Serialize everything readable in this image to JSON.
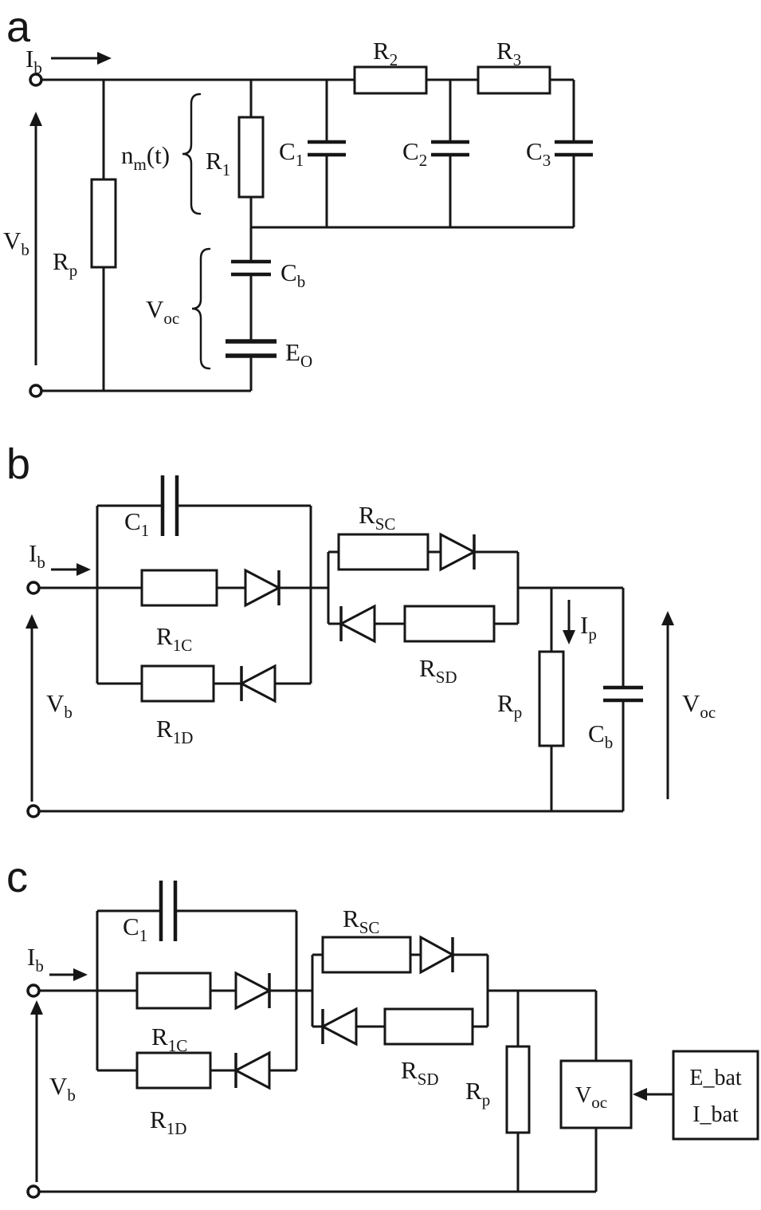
{
  "panels": {
    "a": {
      "letter": "a",
      "ib": {
        "base": "I",
        "sub": "b"
      },
      "vb": {
        "base": "V",
        "sub": "b"
      },
      "rp": {
        "base": "R",
        "sub": "p"
      },
      "nm": {
        "base": "n",
        "sub": "m",
        "suffix": "(t)"
      },
      "r1": {
        "base": "R",
        "sub": "1"
      },
      "c1": {
        "base": "C",
        "sub": "1"
      },
      "r2": {
        "base": "R",
        "sub": "2"
      },
      "c2": {
        "base": "C",
        "sub": "2"
      },
      "r3": {
        "base": "R",
        "sub": "3"
      },
      "c3": {
        "base": "C",
        "sub": "3"
      },
      "voc": {
        "base": "V",
        "sub": "oc"
      },
      "cb": {
        "base": "C",
        "sub": "b"
      },
      "eo": {
        "base": "E",
        "sub": "O"
      }
    },
    "b": {
      "letter": "b",
      "c1": {
        "base": "C",
        "sub": "1"
      },
      "ib": {
        "base": "I",
        "sub": "b"
      },
      "r1c": {
        "base": "R",
        "sub": "1C"
      },
      "r1d": {
        "base": "R",
        "sub": "1D"
      },
      "rsc": {
        "base": "R",
        "sub": "SC"
      },
      "rsd": {
        "base": "R",
        "sub": "SD"
      },
      "ip": {
        "base": "I",
        "sub": "p"
      },
      "rp": {
        "base": "R",
        "sub": "p"
      },
      "cb": {
        "base": "C",
        "sub": "b"
      },
      "voc": {
        "base": "V",
        "sub": "oc"
      },
      "vb": {
        "base": "V",
        "sub": "b"
      }
    },
    "c": {
      "letter": "c",
      "c1": {
        "base": "C",
        "sub": "1"
      },
      "ib": {
        "base": "I",
        "sub": "b"
      },
      "r1c": {
        "base": "R",
        "sub": "1C"
      },
      "r1d": {
        "base": "R",
        "sub": "1D"
      },
      "rsc": {
        "base": "R",
        "sub": "SC"
      },
      "rsd": {
        "base": "R",
        "sub": "SD"
      },
      "rp": {
        "base": "R",
        "sub": "p"
      },
      "voc": {
        "base": "V",
        "sub": "oc"
      },
      "vb": {
        "base": "V",
        "sub": "b"
      },
      "ebat": "E_bat",
      "ibat": "I_bat"
    }
  },
  "colors": {
    "ink": "#161616",
    "background": "#ffffff"
  }
}
